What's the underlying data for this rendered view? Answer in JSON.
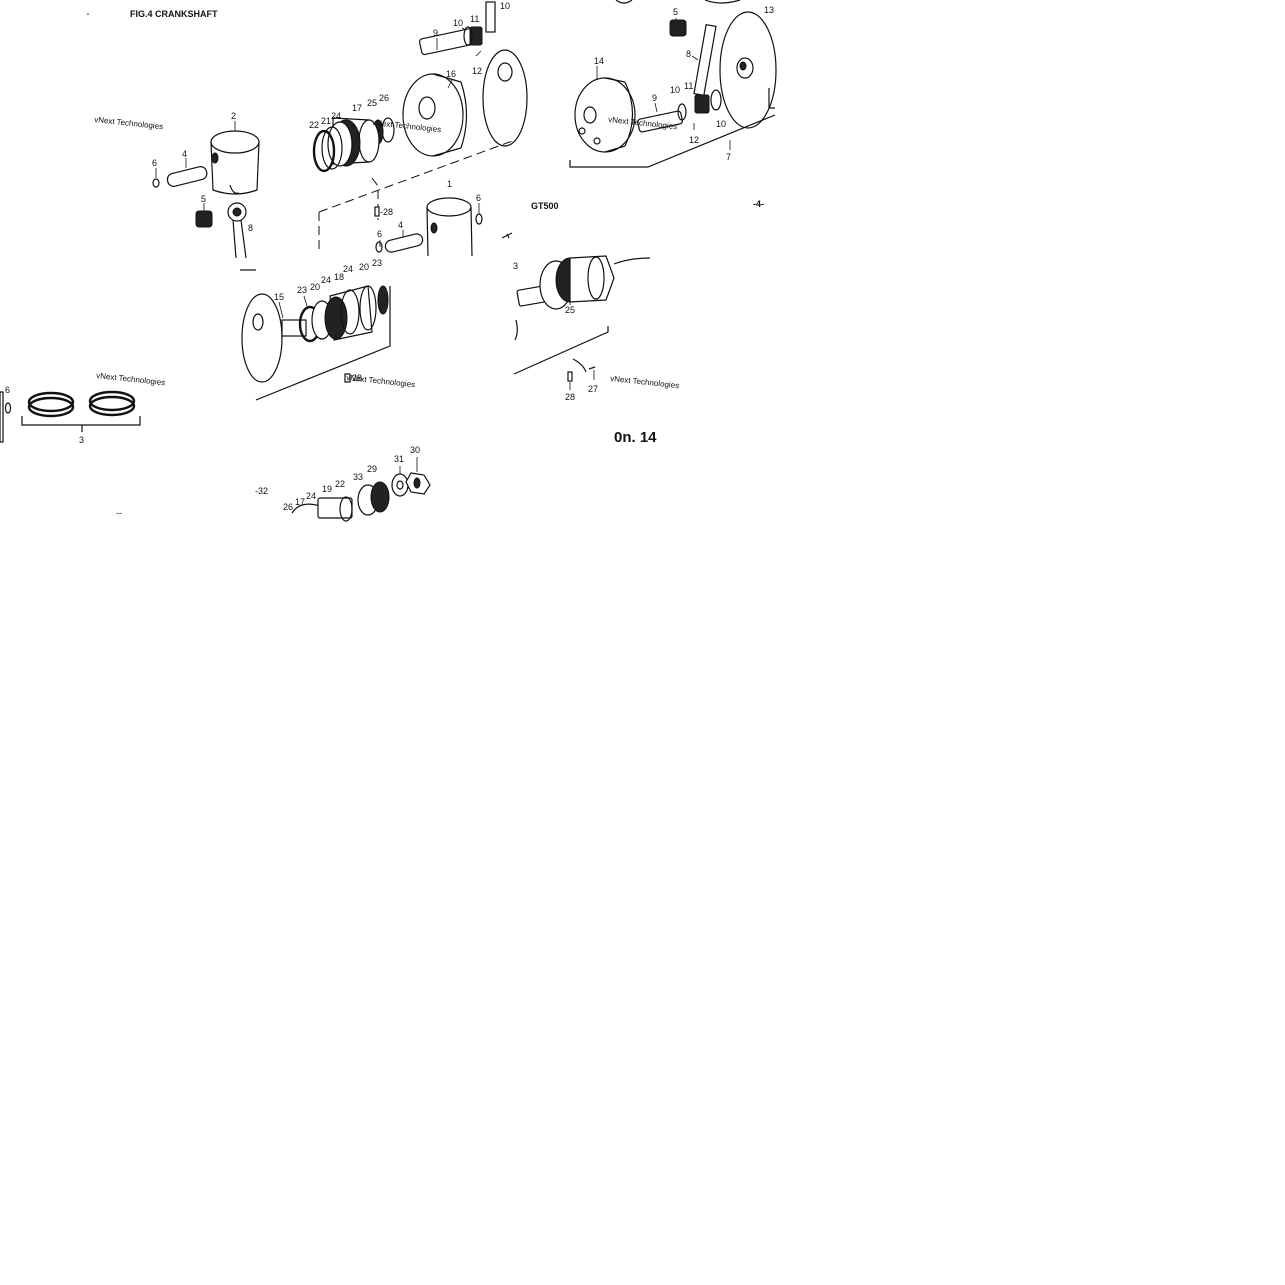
{
  "header": {
    "figure_title": "FIG.4  CRANKSHAFT",
    "model": "GT500",
    "page_marker": "-4-",
    "bottom_mark": "0n. 14",
    "stray_mark": "--"
  },
  "watermark": {
    "text": "vNext Technologies"
  },
  "part_numbers": [
    {
      "id": "2",
      "text": "2"
    },
    {
      "id": "6a",
      "text": "6"
    },
    {
      "id": "4a",
      "text": "4"
    },
    {
      "id": "5a",
      "text": "5"
    },
    {
      "id": "8a",
      "text": "8"
    },
    {
      "id": "9a",
      "text": "9"
    },
    {
      "id": "10a",
      "text": "10"
    },
    {
      "id": "11a",
      "text": "11"
    },
    {
      "id": "10b",
      "text": "10"
    },
    {
      "id": "12a",
      "text": "12"
    },
    {
      "id": "16",
      "text": "16"
    },
    {
      "id": "22a",
      "text": "22"
    },
    {
      "id": "21",
      "text": "21"
    },
    {
      "id": "24a",
      "text": "24"
    },
    {
      "id": "17a",
      "text": "17"
    },
    {
      "id": "25a",
      "text": "25"
    },
    {
      "id": "26a",
      "text": "26"
    },
    {
      "id": "28a",
      "text": "-28"
    },
    {
      "id": "1",
      "text": "1"
    },
    {
      "id": "6b",
      "text": "6"
    },
    {
      "id": "6c",
      "text": "6"
    },
    {
      "id": "4b",
      "text": "4"
    },
    {
      "id": "5b",
      "text": "5"
    },
    {
      "id": "13",
      "text": "13"
    },
    {
      "id": "14",
      "text": "14"
    },
    {
      "id": "8b",
      "text": "8"
    },
    {
      "id": "9b",
      "text": "9"
    },
    {
      "id": "10c",
      "text": "10"
    },
    {
      "id": "11b",
      "text": "11"
    },
    {
      "id": "10d",
      "text": "10"
    },
    {
      "id": "12b",
      "text": "12"
    },
    {
      "id": "7",
      "text": "7"
    },
    {
      "id": "15",
      "text": "15"
    },
    {
      "id": "23a",
      "text": "23"
    },
    {
      "id": "20a",
      "text": "20"
    },
    {
      "id": "24b",
      "text": "24"
    },
    {
      "id": "18",
      "text": "18"
    },
    {
      "id": "24c",
      "text": "24"
    },
    {
      "id": "20b",
      "text": "20"
    },
    {
      "id": "23b",
      "text": "23"
    },
    {
      "id": "28b",
      "text": "28"
    },
    {
      "id": "3a",
      "text": "3"
    },
    {
      "id": "25b",
      "text": "25"
    },
    {
      "id": "27",
      "text": "27"
    },
    {
      "id": "28c",
      "text": "28"
    },
    {
      "id": "6d",
      "text": "6"
    },
    {
      "id": "3b",
      "text": "3"
    },
    {
      "id": "32",
      "text": "-32"
    },
    {
      "id": "26b",
      "text": "26"
    },
    {
      "id": "17b",
      "text": "17"
    },
    {
      "id": "24d",
      "text": "24"
    },
    {
      "id": "19",
      "text": "19"
    },
    {
      "id": "22b",
      "text": "22"
    },
    {
      "id": "33",
      "text": "33"
    },
    {
      "id": "29",
      "text": "29"
    },
    {
      "id": "31",
      "text": "31"
    },
    {
      "id": "30",
      "text": "30"
    }
  ]
}
